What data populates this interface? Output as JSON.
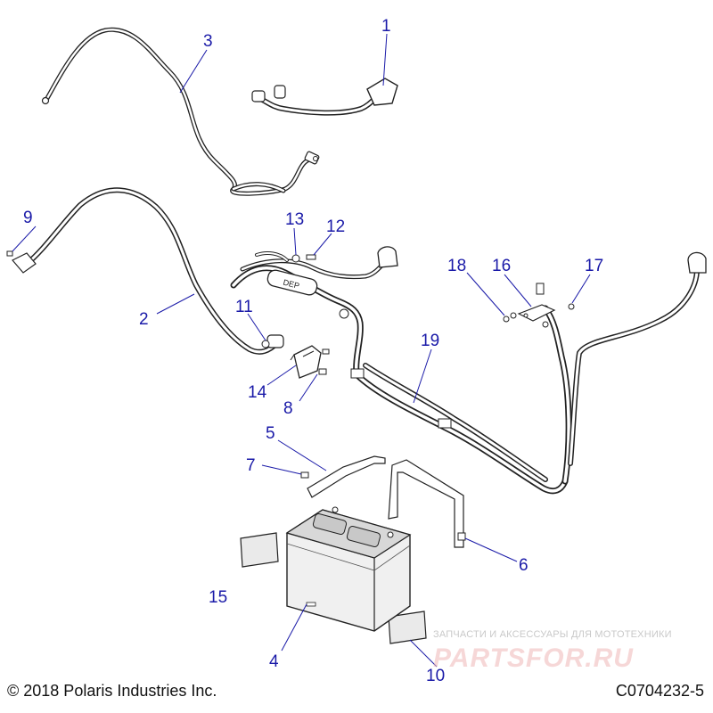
{
  "diagram": {
    "callouts": [
      "1",
      "2",
      "3",
      "4",
      "5",
      "6",
      "7",
      "8",
      "9",
      "10",
      "11",
      "12",
      "13",
      "14",
      "15",
      "16",
      "17",
      "18",
      "19"
    ]
  },
  "footer": {
    "copyright": "© 2018 Polaris Industries Inc.",
    "drawing_number": "C0704232-5"
  },
  "watermark": {
    "tagline": "ЗАПЧАСТИ И АКСЕССУАРЫ ДЛЯ МОТОТЕХНИКИ",
    "logo_text": "PARTSFOR.RU",
    "color": "#f0b8b8"
  },
  "colors": {
    "callout": "#1a1aa8",
    "line": "#222222"
  }
}
